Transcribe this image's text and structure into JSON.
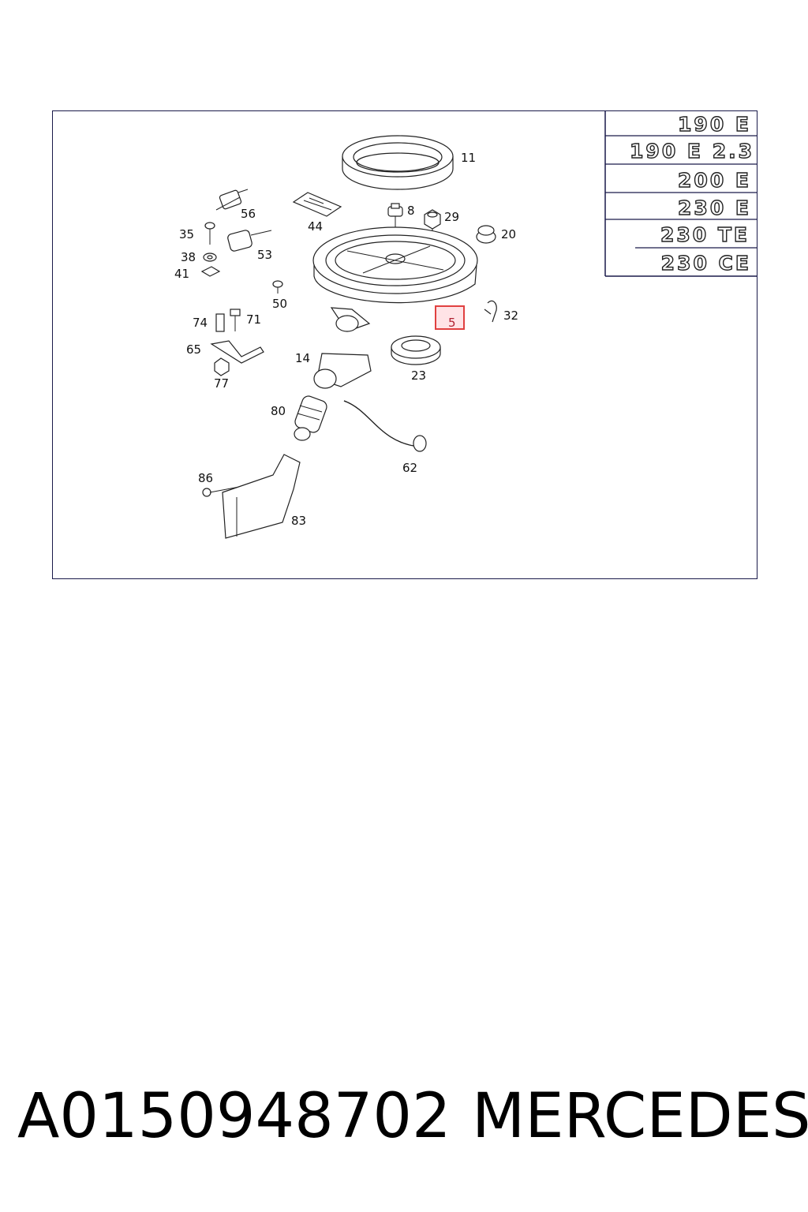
{
  "parts": [
    {
      "id": "11",
      "label": "11"
    },
    {
      "id": "56",
      "label": "56"
    },
    {
      "id": "44",
      "label": "44"
    },
    {
      "id": "8",
      "label": "8"
    },
    {
      "id": "29",
      "label": "29"
    },
    {
      "id": "20",
      "label": "20"
    },
    {
      "id": "35",
      "label": "35"
    },
    {
      "id": "53",
      "label": "53"
    },
    {
      "id": "38",
      "label": "38"
    },
    {
      "id": "41",
      "label": "41"
    },
    {
      "id": "50",
      "label": "50"
    },
    {
      "id": "5",
      "label": "5"
    },
    {
      "id": "32",
      "label": "32"
    },
    {
      "id": "74",
      "label": "74"
    },
    {
      "id": "71",
      "label": "71"
    },
    {
      "id": "65",
      "label": "65"
    },
    {
      "id": "14",
      "label": "14"
    },
    {
      "id": "23",
      "label": "23"
    },
    {
      "id": "77",
      "label": "77"
    },
    {
      "id": "80",
      "label": "80"
    },
    {
      "id": "62",
      "label": "62"
    },
    {
      "id": "86",
      "label": "86"
    },
    {
      "id": "83",
      "label": "83"
    }
  ],
  "highlight_color": "#e04040",
  "models": [
    "190 E",
    "190 E 2.3",
    "200 E",
    "230 E",
    "230 TE",
    "230 CE"
  ],
  "footer": {
    "part_number": "A0150948702",
    "brand": "MERCEDES"
  }
}
